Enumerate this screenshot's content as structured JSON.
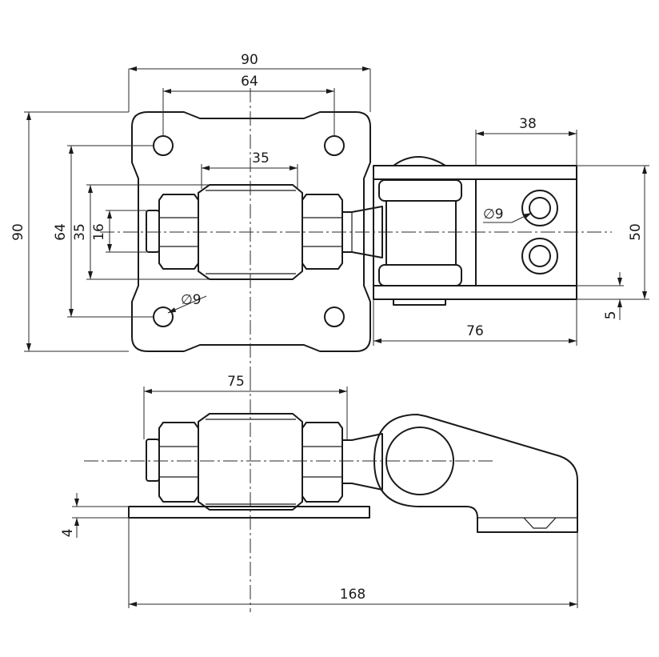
{
  "drawing": {
    "colors": {
      "line": "#1a1a1a",
      "background": "#ffffff"
    },
    "dimensions": {
      "top_plate_width": "90",
      "top_hole_spacing": "64",
      "top_bolt_dia": "35",
      "hinge_block_width": "38",
      "left_height": "90",
      "left_hole_spacing": "64",
      "left_bolt_dia": "35",
      "left_thread_dia": "16",
      "top_hole_dia": "∅9",
      "plate_hole_dia": "∅9",
      "block_height": "50",
      "flange_thickness": "5",
      "block_length": "76",
      "side_bolt_length": "75",
      "plate_thickness": "4",
      "overall_length": "168"
    }
  }
}
